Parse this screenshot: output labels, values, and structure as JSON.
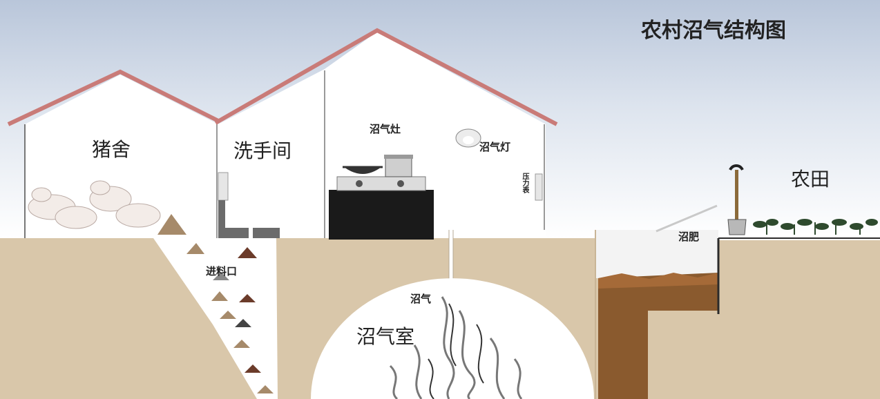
{
  "diagram": {
    "title": "农村沼气结构图",
    "labels": {
      "pigsty": "猪舍",
      "washroom": "洗手间",
      "biogas_stove": "沼气灶",
      "biogas_lamp": "沼气灯",
      "pressure_gauge": "压力表",
      "farmland": "农田",
      "feed_inlet": "进料口",
      "biogas_slurry": "沼肥",
      "biogas": "沼气",
      "digester_chamber": "沼气室"
    }
  },
  "colors": {
    "sky_top": "#b9c6da",
    "sky_bottom": "#ffffff",
    "roof": "#c97b78",
    "ground": "#d9c7aa",
    "soil_fill": "#8a5a2e",
    "stove_base": "#1a1a1a",
    "pipe": "#ffffff"
  }
}
